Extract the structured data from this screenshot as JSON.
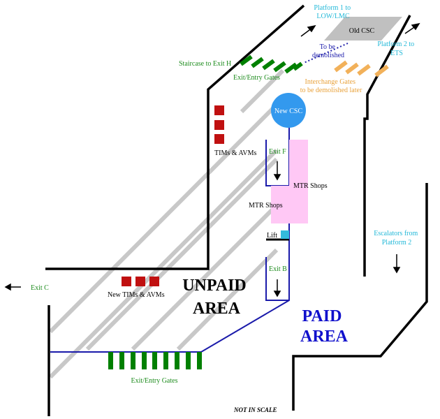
{
  "labels": {
    "platform1": [
      "Platform 1 to",
      "LOW/LMC"
    ],
    "platform2": [
      "Platform 2 to",
      "ETS"
    ],
    "old_csc": "Old CSC",
    "to_be_demolished": [
      "To be",
      "demolished"
    ],
    "staircase": "Staircase to Exit H",
    "exit_entry_gates_top": "Exit/Entry Gates",
    "interchange_gates": [
      "Interchange Gates",
      "to be demolished later"
    ],
    "new_csc": "New CSC",
    "tims_avms": "TIMs & AVMs",
    "exit_f": "Exit F",
    "mtr_shops_right": "MTR Shops",
    "mtr_shops_left": "MTR Shops",
    "lift": "Lift",
    "exit_b": "Exit B",
    "escalators": [
      "Escalators from",
      "Platform 2"
    ],
    "exit_c": "Exit C",
    "new_tims_avms": "New TIMs & AVMs",
    "unpaid_area": [
      "UNPAID",
      "AREA"
    ],
    "paid_area": [
      "PAID",
      "AREA"
    ],
    "exit_entry_gates_bottom": "Exit/Entry Gates",
    "not_in_scale": "NOT IN SCALE"
  },
  "colors": {
    "wall": "#000000",
    "gate_green": "#008000",
    "text_green": "#1e8c1e",
    "cyan_text": "#22b8d8",
    "orange": "#f2b15a",
    "orange_text": "#e9a23b",
    "csc_blue": "#3399ee",
    "paid_blue": "#1010cc",
    "line_blue": "#1a1aaa",
    "shop_pink": "#ffc8f5",
    "tim_red": "#c01010",
    "lift_cyan": "#33bbdd",
    "grey_band": "#c8c8c8",
    "old_csc_grey": "#c0c0c0"
  }
}
